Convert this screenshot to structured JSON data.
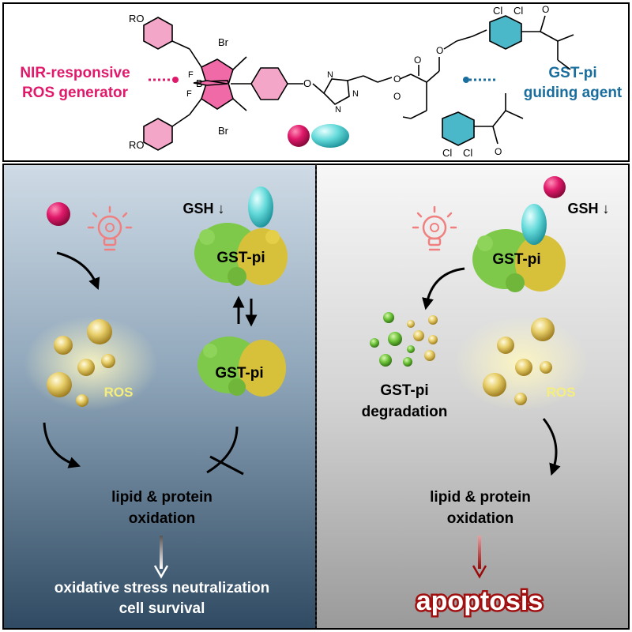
{
  "top": {
    "left_label": [
      "NIR-responsive",
      "ROS generator"
    ],
    "right_label": [
      "GST-pi",
      "guiding agent"
    ],
    "chem_atoms": {
      "ro": "RO",
      "br": "Br",
      "b": "B",
      "f": "F",
      "n": "N",
      "o": "O",
      "cl": "Cl"
    }
  },
  "left_panel": {
    "gsh": "GSH ↓",
    "gst_top": "GST-pi",
    "gst_bottom": "GST-pi",
    "ros": "ROS",
    "oxidation": [
      "lipid & protein",
      "oxidation"
    ],
    "outcome": [
      "oxidative stress neutralization",
      "cell survival"
    ]
  },
  "right_panel": {
    "gsh": "GSH ↓",
    "gst": "GST-pi",
    "degradation": [
      "GST-pi",
      "degradation"
    ],
    "ros": "ROS",
    "oxidation": [
      "lipid & protein",
      "oxidation"
    ],
    "outcome": "apoptosis"
  },
  "colors": {
    "magenta": "#e0196a",
    "teal": "#1a6e9e",
    "ros_yellow": "#f5ee7a",
    "dark_red": "#a01010",
    "pink_ring": "#f06aa8",
    "teal_ring": "#4bb8c9",
    "protein_green": "#7ec84a",
    "protein_yellow": "#d8c13a"
  }
}
